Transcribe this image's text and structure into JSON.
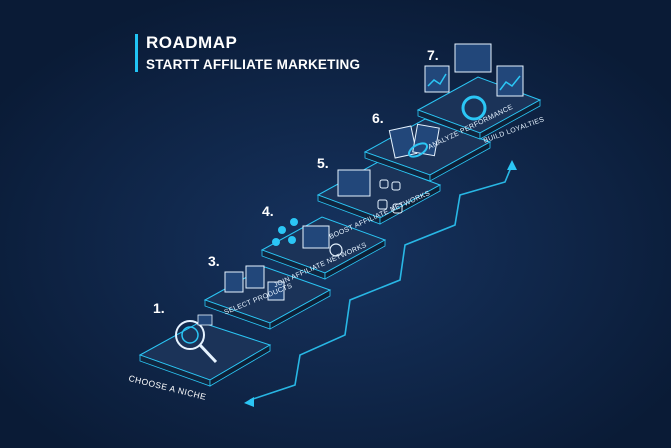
{
  "header": {
    "title": "ROADMAP",
    "subtitle": "STARTT AFFILIATE MARKETING"
  },
  "colors": {
    "background": "#0b1f3c",
    "accent": "#21c4f5",
    "platform": "#1b3358",
    "platform_side": "#10253f"
  },
  "steps": [
    {
      "number": "1.",
      "label": "CHOOSE A NICHE",
      "icon": "magnifier-target-icon"
    },
    {
      "number": "3.",
      "label": "SELECT PRODUCTS",
      "icon": "shopping-bags-icon"
    },
    {
      "number": "4.",
      "label": "JOIN AFFILIATE NETWORKS",
      "icon": "network-video-icon"
    },
    {
      "number": "5.",
      "label": "BOOST AFFILIATE NETWORKS",
      "icon": "social-media-icon"
    },
    {
      "number": "6.",
      "label": "",
      "icon": "chain-link-documents-icon"
    },
    {
      "number": "7.",
      "label": "ANALYZE PERFORMANCE",
      "label2": "BUILD LOYALTIES",
      "icon": "analytics-dashboard-icon"
    }
  ]
}
